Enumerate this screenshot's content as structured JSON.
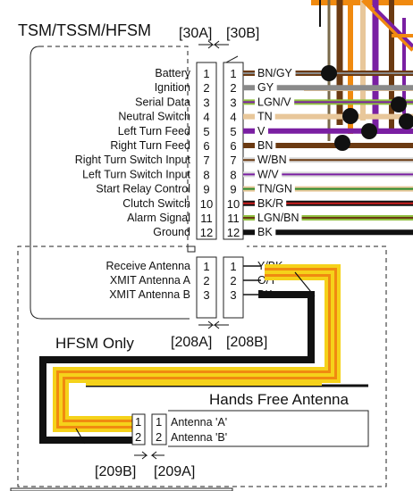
{
  "module_title": "TSM/TSSM/HFSM",
  "connectors": {
    "c30a": "[30A]",
    "c30b": "[30B]",
    "c208a": "[208A]",
    "c208b": "[208B]",
    "c209b": "[209B]",
    "c209a": "[209A]"
  },
  "hfsm_only_label": "HFSM Only",
  "antenna": {
    "title": "Hands Free Antenna",
    "pins": [
      {
        "num": "1",
        "label": "Antenna 'A'"
      },
      {
        "num": "2",
        "label": "Antenna 'B'"
      }
    ]
  },
  "upper_pins": [
    {
      "signal": "Battery",
      "num": "1",
      "code": "BN/GY",
      "color": "#6b3a12",
      "stripe": "#8a8a8a"
    },
    {
      "signal": "Ignition",
      "num": "2",
      "code": "GY",
      "color": "#8a8a8a",
      "stripe": ""
    },
    {
      "signal": "Serial Data",
      "num": "3",
      "code": "LGN/V",
      "color": "#8fbf3f",
      "stripe": "#7a1fa2"
    },
    {
      "signal": "Neutral Switch",
      "num": "4",
      "code": "TN",
      "color": "#e8c79a",
      "stripe": ""
    },
    {
      "signal": "Left Turn Feed",
      "num": "5",
      "code": "V",
      "color": "#7a1fa2",
      "stripe": ""
    },
    {
      "signal": "Right Turn Feed",
      "num": "6",
      "code": "BN",
      "color": "#6b3a12",
      "stripe": ""
    },
    {
      "signal": "Right Turn Switch Input",
      "num": "7",
      "code": "W/BN",
      "color": "#d8d8d8",
      "stripe": "#6b3a12"
    },
    {
      "signal": "Left Turn Switch Input",
      "num": "8",
      "code": "W/V",
      "color": "#d8d8d8",
      "stripe": "#7a1fa2"
    },
    {
      "signal": "Start Relay Control",
      "num": "9",
      "code": "TN/GN",
      "color": "#e8c79a",
      "stripe": "#2a8a2a"
    },
    {
      "signal": "Clutch Switch",
      "num": "10",
      "code": "BK/R",
      "color": "#111111",
      "stripe": "#cc1f1f"
    },
    {
      "signal": "Alarm Signal",
      "num": "11",
      "code": "LGN/BN",
      "color": "#8fbf3f",
      "stripe": "#6b3a12"
    },
    {
      "signal": "Ground",
      "num": "12",
      "code": "BK",
      "color": "#111111",
      "stripe": ""
    }
  ],
  "lower_pins": [
    {
      "signal": "Receive Antenna",
      "num": "1",
      "code": "Y/BK",
      "color": "#f5d21a",
      "stripe": "#111111"
    },
    {
      "signal": "XMIT Antenna  A",
      "num": "2",
      "code": "O/Y",
      "color": "#f08a10",
      "stripe": "#f5d21a"
    },
    {
      "signal": "XMIT Antenna  B",
      "num": "3",
      "code": "BK",
      "color": "#111111",
      "stripe": ""
    }
  ],
  "harness_colors": {
    "brown": "#6b3a12",
    "purple": "#7a1fa2",
    "orange": "#f08a10",
    "tan": "#e8c79a",
    "gray": "#8a8a8a",
    "black": "#111111",
    "yellow": "#f5d21a"
  }
}
